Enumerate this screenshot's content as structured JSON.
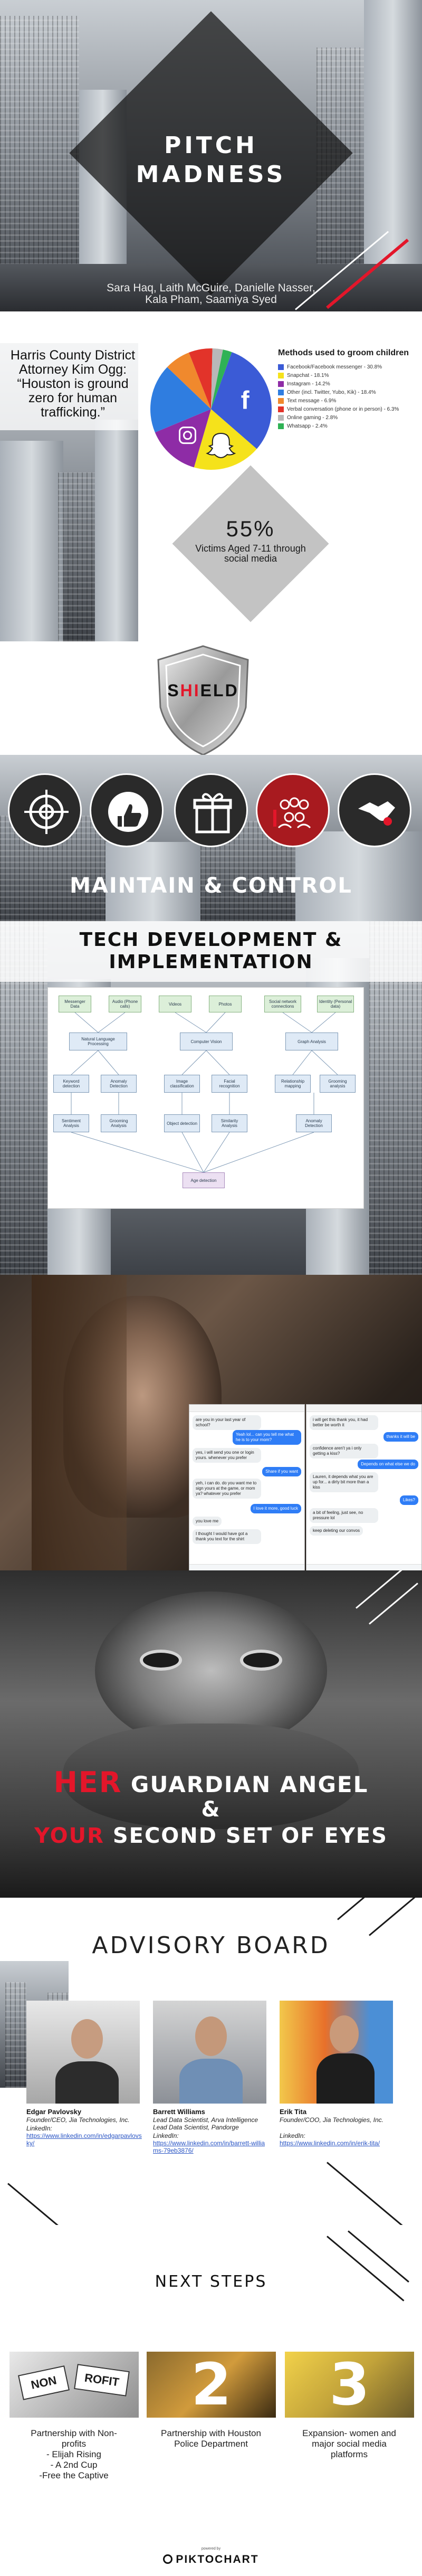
{
  "header": {
    "title_line1": "PITCH",
    "title_line2": "MADNESS",
    "authors_line1": "Sara Haq, Laith McGuire, Danielle Nasser,",
    "authors_line2": "Kala Pham, Saamiya Syed"
  },
  "stats": {
    "quote": "Harris County District Attorney Kim Ogg: “Houston is ground zero for human trafficking.”",
    "stat_value": "55%",
    "stat_label": "Victims Aged 7-11 through social media",
    "chart_data": {
      "type": "pie",
      "title": "Methods used to groom children",
      "slices": [
        {
          "label": "Facebook/Facebook messenger - 30.8%",
          "value": 30.8,
          "color": "#3b5bd6",
          "icon": "facebook-icon"
        },
        {
          "label": "Snapchat - 18.1%",
          "value": 18.1,
          "color": "#f5e21b",
          "icon": "snapchat-icon"
        },
        {
          "label": "Instagram - 14.2%",
          "value": 14.2,
          "color": "#8e2ca6",
          "icon": "instagram-icon"
        },
        {
          "label": "Other (incl. Twitter, Yubo, Kik) - 18.4%",
          "value": 18.4,
          "color": "#2f7de0"
        },
        {
          "label": "Text message - 6.9%",
          "value": 6.9,
          "color": "#f0892d"
        },
        {
          "label": "Verbal conversation (phone or in person) - 6.3%",
          "value": 6.3,
          "color": "#e2332a"
        },
        {
          "label": "Online gaming - 2.8%",
          "value": 2.8,
          "color": "#b8b8b8"
        },
        {
          "label": "Whatsapp - 2.4%",
          "value": 2.4,
          "color": "#2fb255"
        }
      ]
    }
  },
  "shield": {
    "name_part1": "S",
    "name_red": "HI",
    "name_part2": "ELD",
    "maintain_label": "MAINTAIN & CONTROL",
    "icons": [
      "target-icon",
      "thumbs-up-icon",
      "gift-icon",
      "crowd-icon",
      "handshake-icon"
    ]
  },
  "tech": {
    "title_line1": "TECH DEVELOPMENT &",
    "title_line2": "IMPLEMENTATION",
    "flow_top": [
      "Messenger Data",
      "Audio (Phone calls)",
      "Videos",
      "Photos",
      "Social network connections",
      "Identity (Personal data)"
    ],
    "flow_mid": [
      "Natural Language Processing",
      "Computer Vision",
      "Graph Analysis"
    ],
    "flow_low": [
      "Keyword detection",
      "Anomaly Detection",
      "Image classification",
      "Facial recognition",
      "Relationship mapping",
      "Grooming analysis"
    ],
    "flow_bottom": [
      "Sentiment Analysis",
      "Grooming Analysis",
      "Object detection",
      "Similarity Analysis",
      "Anomaly Detection"
    ],
    "flow_sink": "Age detection"
  },
  "chat": {
    "left": [
      "are you in your last year of school?",
      "Yeah lol... can you tell me what he is to your mom?",
      "yes, i will send you one or login yours. whenever you prefer",
      "Share if you want",
      "yeh, i can do. do you want me to sign yours at the game, or mom ya? whatever you prefer",
      "I love it more, good luck",
      "you love me",
      "I thought I would have got a thank you text for the shirt"
    ],
    "right": [
      "i will get this thank you, it had better be worth it",
      "thanks it will be",
      "confidence aren't ya i only getting a kiss?",
      "Depends on what else we do",
      "Lauren, it depends what you are up for... a dirty bit more than a kiss",
      "Likes?",
      "a bit of feeling, just see, no pressure lol",
      "keep deleting our convos"
    ]
  },
  "guardian": {
    "line1_red": "HER",
    "line1_rest": " GUARDIAN ANGEL",
    "line2": "&",
    "line3_red": "YOUR",
    "line3_rest": " SECOND SET OF EYES"
  },
  "advisory": {
    "title": "ADVISORY BOARD",
    "members": [
      {
        "name": "Edgar Pavlovsky",
        "role": "Founder/CEO, Jia Technologies, Inc.",
        "linkedin_label": "LinkedIn:",
        "link": "https://www.linkedin.com/in/edgarpavlovsky/"
      },
      {
        "name": "Barrett Williams",
        "role": "Lead Data Scientist, Arva Intelligence Lead Data Scientist, Pandorge",
        "linkedin_label": "LinkedIn:",
        "link": "https://www.linkedin.com/in/barrett-williams-79eb3876/"
      },
      {
        "name": "Erik Tita",
        "role": "Founder/COO, Jia Technologies, Inc.",
        "linkedin_label": "LinkedIn:",
        "link": "https://www.linkedin.com/in/erik-tita/"
      }
    ]
  },
  "next_steps": {
    "title": "NEXT STEPS",
    "steps": [
      {
        "num": "",
        "word1": "NON",
        "word2": "ROFIT",
        "text_lines": [
          "Partnership with Non-",
          "profits",
          "- Elijah Rising",
          "- A 2nd Cup",
          "-Free the Captive"
        ]
      },
      {
        "num": "2",
        "text_lines": [
          "Partnership with Houston",
          "Police Department"
        ]
      },
      {
        "num": "3",
        "text_lines": [
          "Expansion- women and",
          "major social media",
          "platforms"
        ]
      }
    ],
    "powered_by": "powered by",
    "brand": "PIKTOCHART"
  }
}
